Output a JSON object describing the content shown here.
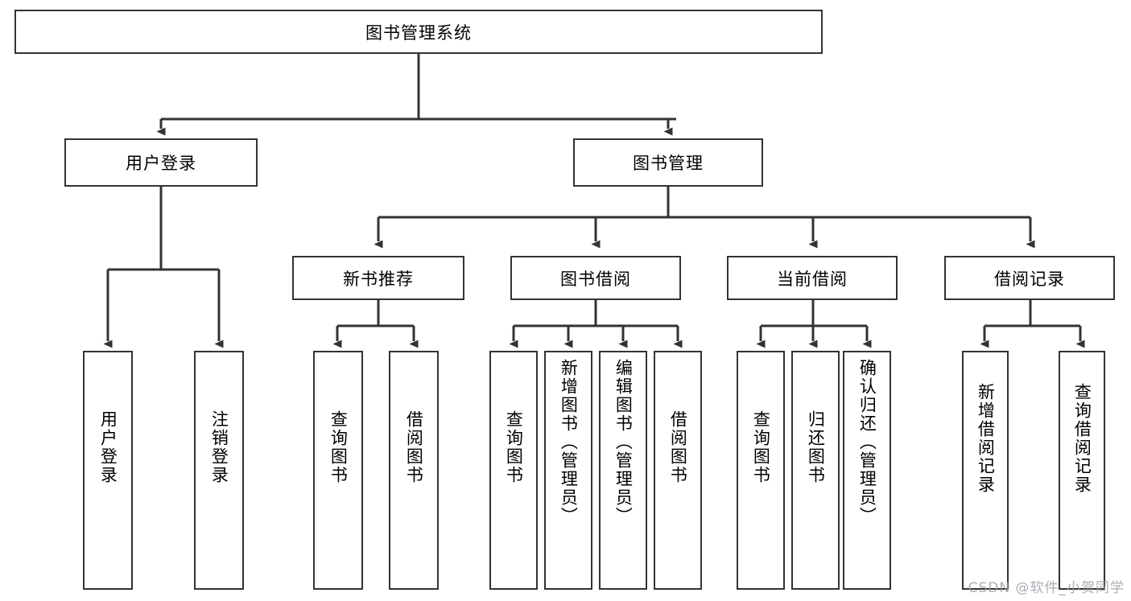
{
  "diagram": {
    "type": "tree-hierarchy",
    "title": "图书管理系统",
    "watermark": "CSDN @软件_小贺同学",
    "style": {
      "box_border_color": "#333333",
      "box_fill_color": "#ffffff",
      "edge_color": "#333333",
      "text_color": "#000000",
      "watermark_color": "#9aa0a6"
    },
    "levels": [
      {
        "level": 1,
        "nodes": [
          {
            "id": "root",
            "label": "图书管理系统",
            "orientation": "horizontal"
          }
        ]
      },
      {
        "level": 2,
        "nodes": [
          {
            "id": "login",
            "label": "用户登录",
            "orientation": "horizontal",
            "parent": "root"
          },
          {
            "id": "bookmgmt",
            "label": "图书管理",
            "orientation": "horizontal",
            "parent": "root"
          }
        ]
      },
      {
        "level": 3,
        "nodes": [
          {
            "id": "newbook",
            "label": "新书推荐",
            "orientation": "horizontal",
            "parent": "bookmgmt"
          },
          {
            "id": "borrow",
            "label": "图书借阅",
            "orientation": "horizontal",
            "parent": "bookmgmt"
          },
          {
            "id": "current",
            "label": "当前借阅",
            "orientation": "horizontal",
            "parent": "bookmgmt"
          },
          {
            "id": "record",
            "label": "借阅记录",
            "orientation": "horizontal",
            "parent": "bookmgmt"
          }
        ]
      },
      {
        "level": 4,
        "nodes": [
          {
            "id": "leaf-user-login",
            "label": "用户登录",
            "orientation": "vertical",
            "parent": "login"
          },
          {
            "id": "leaf-user-logout",
            "label": "注销登录",
            "orientation": "vertical",
            "parent": "login"
          },
          {
            "id": "leaf-nb-query",
            "label": "查询图书",
            "orientation": "vertical",
            "parent": "newbook"
          },
          {
            "id": "leaf-nb-borrow",
            "label": "借阅图书",
            "orientation": "vertical",
            "parent": "newbook"
          },
          {
            "id": "leaf-bw-query",
            "label": "查询图书",
            "orientation": "vertical",
            "parent": "borrow"
          },
          {
            "id": "leaf-bw-add",
            "label": "新增图书（管理员）",
            "orientation": "vertical",
            "parent": "borrow"
          },
          {
            "id": "leaf-bw-edit",
            "label": "编辑图书（管理员）",
            "orientation": "vertical",
            "parent": "borrow"
          },
          {
            "id": "leaf-bw-borrow",
            "label": "借阅图书",
            "orientation": "vertical",
            "parent": "borrow"
          },
          {
            "id": "leaf-cur-query",
            "label": "查询图书",
            "orientation": "vertical",
            "parent": "current"
          },
          {
            "id": "leaf-cur-return",
            "label": "归还图书",
            "orientation": "vertical",
            "parent": "current"
          },
          {
            "id": "leaf-cur-confirm",
            "label": "确认归还（管理员）",
            "orientation": "vertical",
            "parent": "current"
          },
          {
            "id": "leaf-rec-add",
            "label": "新增借阅记录",
            "orientation": "vertical",
            "parent": "record"
          },
          {
            "id": "leaf-rec-query",
            "label": "查询借阅记录",
            "orientation": "vertical",
            "parent": "record"
          }
        ]
      }
    ]
  }
}
